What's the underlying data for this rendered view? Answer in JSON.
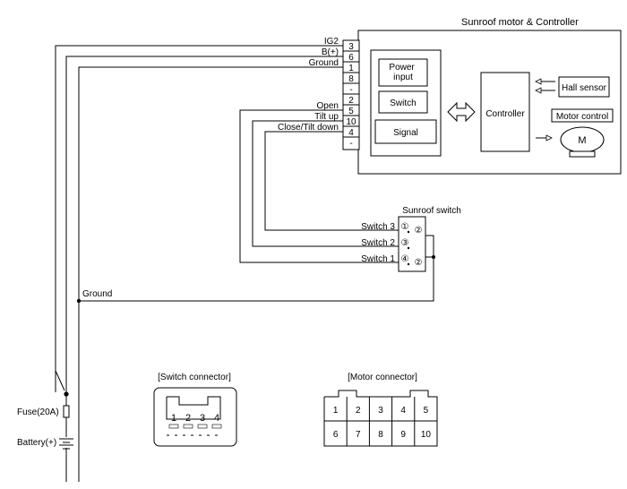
{
  "controller_title": "Sunroof motor & Controller",
  "wires_top": [
    {
      "label": "IG2",
      "pin": "3"
    },
    {
      "label": "B(+)",
      "pin": "6"
    },
    {
      "label": "Ground",
      "pin": "1"
    }
  ],
  "blank_pins_1": [
    "8",
    "-",
    "2"
  ],
  "wires_mid": [
    {
      "label": "Open",
      "pin": "5"
    },
    {
      "label": "Tilt up",
      "pin": "10"
    },
    {
      "label": "Close/Tilt down",
      "pin": "4"
    }
  ],
  "blank_pins_2": [
    "-"
  ],
  "blocks": {
    "power": "Power\ninput",
    "switch": "Switch",
    "signal": "Signal",
    "controller": "Controller",
    "hall": "Hall sensor",
    "motor_control": "Motor control",
    "motor": "M"
  },
  "sunroof_switch": {
    "title": "Sunroof switch",
    "rows": [
      {
        "label": "Switch 3",
        "circle": "①",
        "contact": "②"
      },
      {
        "label": "Switch 2",
        "circle": "③",
        "contact": ""
      },
      {
        "label": "Switch 1",
        "circle": "④",
        "contact": "②"
      }
    ]
  },
  "ground_label": "Ground",
  "fuse_label": "Fuse(20A)",
  "battery_label": "Battery(+)",
  "switch_connector": {
    "title": "[Switch connector]",
    "pins": [
      "1",
      "2",
      "3",
      "4"
    ]
  },
  "motor_connector": {
    "title": "[Motor connector]",
    "row1": [
      "1",
      "2",
      "3",
      "4",
      "5"
    ],
    "row2": [
      "6",
      "7",
      "8",
      "9",
      "10"
    ]
  }
}
